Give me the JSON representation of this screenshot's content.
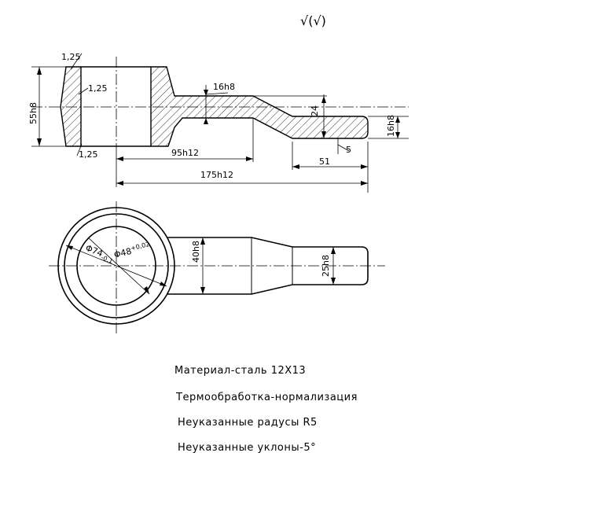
{
  "roughness_symbol": "√(√)",
  "section_view": {
    "chamfer_labels": [
      "1,25",
      "1,25",
      "1,25"
    ],
    "dim_height_55": "55h8",
    "dim_16_upper": "16h8",
    "dim_24": "24",
    "dim_16_right": "16h8",
    "dim_slope": "5",
    "dim_51": "51",
    "dim_95": "95h12",
    "dim_175": "175h12"
  },
  "plan_view": {
    "dim_outer_dia": "Φ74",
    "dim_outer_tol": "-0,1",
    "dim_inner_dia": "Φ48",
    "dim_inner_tol": "+0,02",
    "dim_shank_40": "40h8",
    "dim_end_25": "25h8"
  },
  "notes": [
    "Материал-сталь  12Х13",
    "Термообработка-нормализация",
    "Неуказанные  радусы  R5",
    "Неуказанные  уклоны-5°"
  ]
}
